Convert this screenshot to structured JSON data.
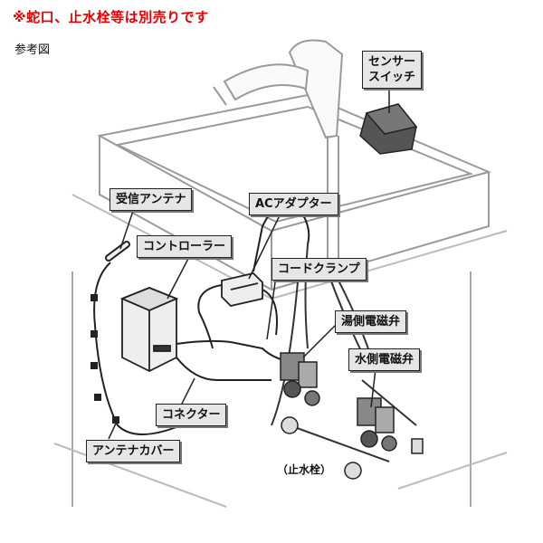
{
  "notes": {
    "disclaimer": "※蛇口、止水栓等は別売りです",
    "reference": "参考図"
  },
  "labels": {
    "sensor_switch_line1": "センサー",
    "sensor_switch_line2": "スイッチ",
    "receiver_antenna": "受信アンテナ",
    "ac_adapter": "ACアダプター",
    "controller": "コントローラー",
    "cord_clamp": "コードクランプ",
    "hot_valve": "湯側電磁弁",
    "cold_valve": "水側電磁弁",
    "connector": "コネクター",
    "antenna_cover": "アンテナカバー",
    "stop_valve": "（止水栓）"
  },
  "colors": {
    "callout_bg": "#e6e6e4",
    "note_red": "#e60000",
    "line": "#222222"
  }
}
